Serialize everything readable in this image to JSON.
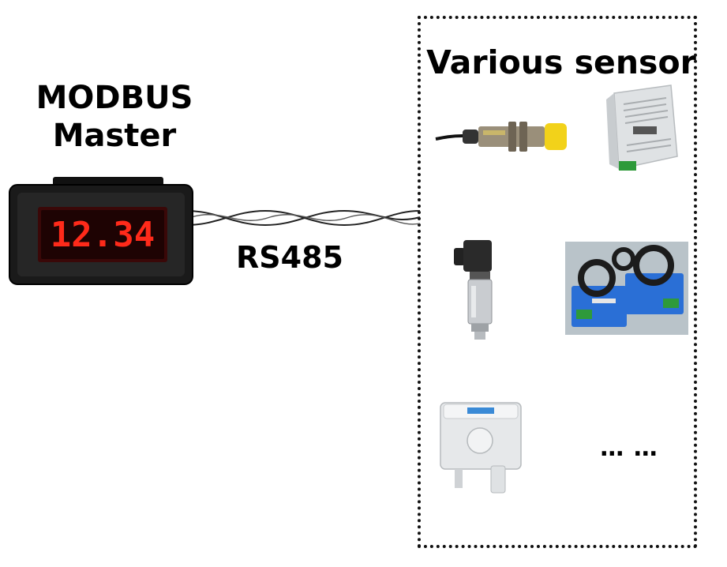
{
  "master": {
    "line1": "MODBUS",
    "line2": "Master",
    "display_value": "12.34"
  },
  "bus": {
    "label": "RS485"
  },
  "sensors": {
    "title": "Various sensor",
    "more": "… …",
    "items": [
      {
        "icon": "proximity-sensor-icon"
      },
      {
        "icon": "din-rail-module-icon"
      },
      {
        "icon": "pressure-transmitter-icon"
      },
      {
        "icon": "current-transducer-icon"
      },
      {
        "icon": "temperature-humidity-sensor-icon"
      }
    ]
  },
  "colors": {
    "led": "#ff2a1a",
    "meter_body": "#1a1a1a",
    "transducer_blue": "#2a6fd6",
    "proximity_yellow": "#f2d21a",
    "terminal_green": "#2e9a3a",
    "border": "#111111"
  }
}
